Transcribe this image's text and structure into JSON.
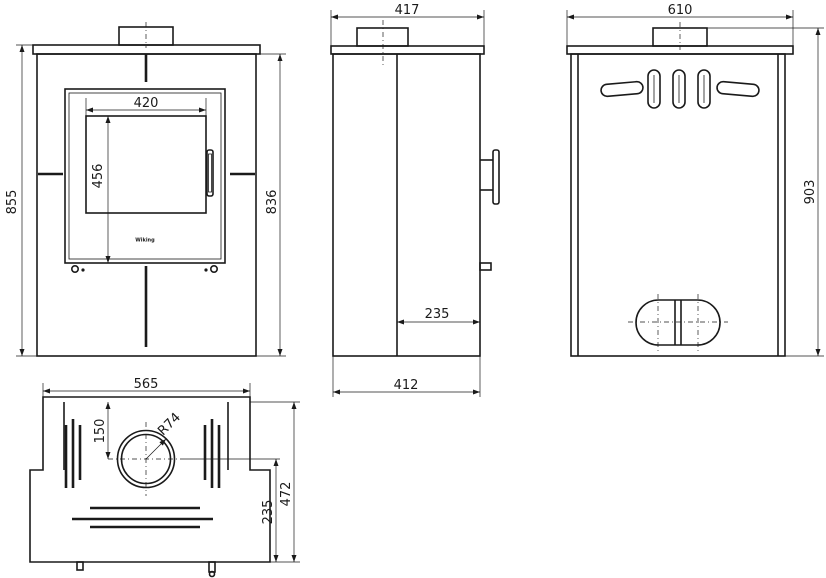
{
  "front_view": {
    "overall_height": "855",
    "side_height": "836",
    "glass_width": "420",
    "glass_height": "456"
  },
  "side_view": {
    "top_depth": "417",
    "base_depth": "412",
    "outlet_offset": "235"
  },
  "rear_view": {
    "width": "610",
    "height": "903"
  },
  "top_view": {
    "width": "565",
    "flue_offset": "150",
    "flue_radius": "R74",
    "depth": "472",
    "flue_depth": "235"
  },
  "brand_mark": "Wiking"
}
